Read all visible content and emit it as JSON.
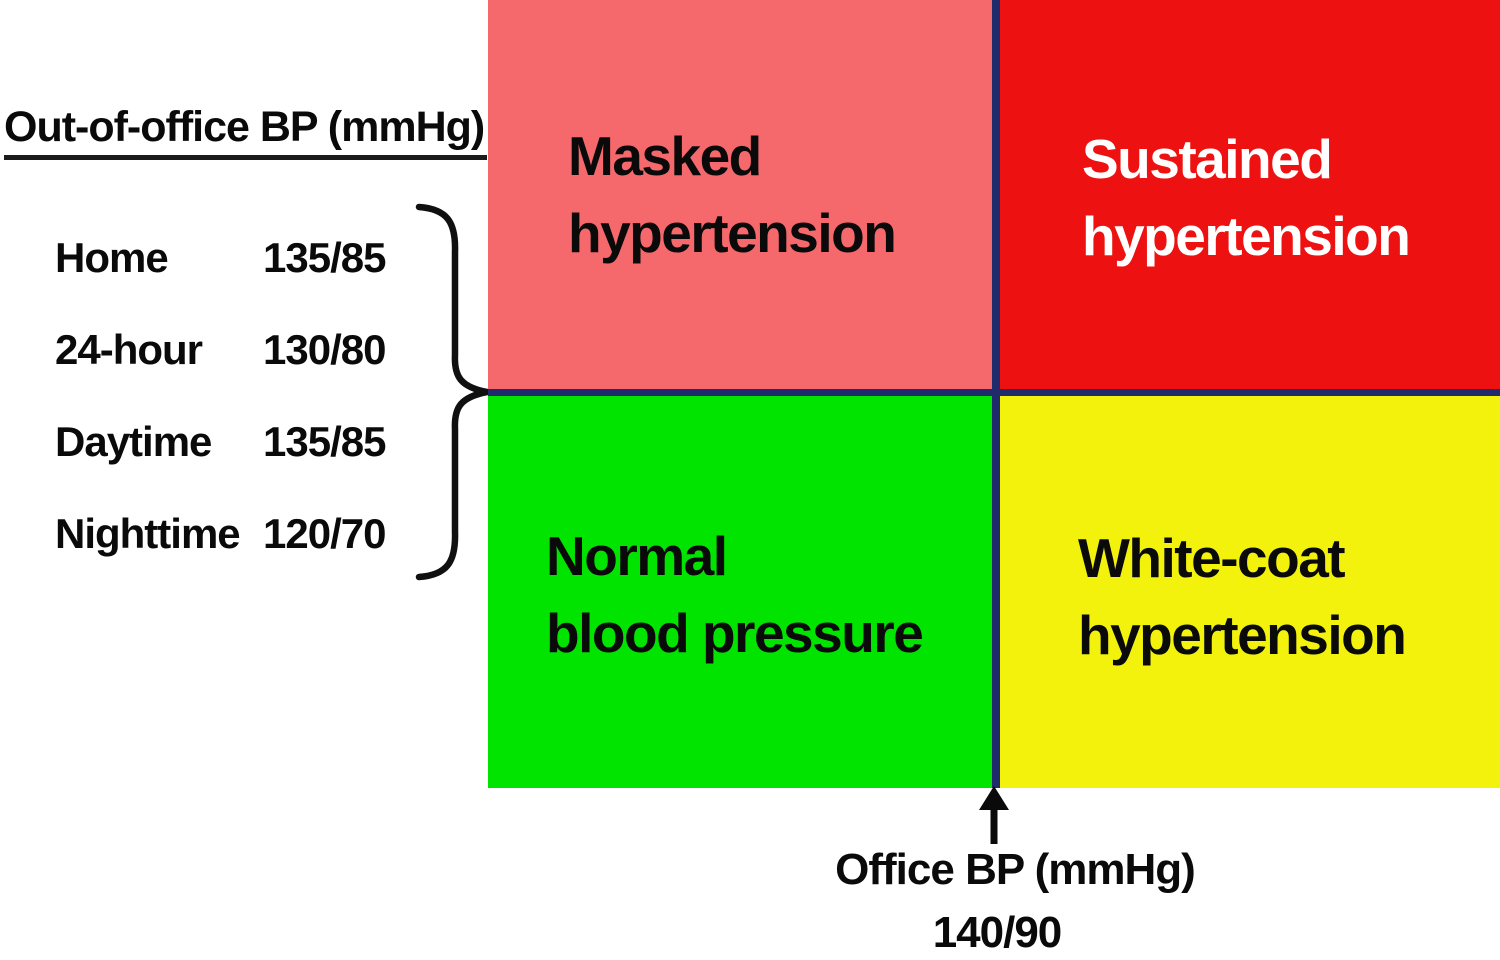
{
  "diagram": {
    "out_of_office": {
      "title": "Out-of-office BP (mmHg)",
      "items": [
        {
          "label": "Home",
          "value": "135/85"
        },
        {
          "label": "24-hour",
          "value": "130/80"
        },
        {
          "label": "Daytime",
          "value": "135/85"
        },
        {
          "label": "Nighttime",
          "value": "120/70"
        }
      ]
    },
    "quadrants": [
      {
        "id": "masked",
        "label": "Masked\nhypertension",
        "color": "#f5696d",
        "text_color": "#0a0a0a"
      },
      {
        "id": "sustained",
        "label": "Sustained\nhypertension",
        "color": "#ee1111",
        "text_color": "#ffffff"
      },
      {
        "id": "normal",
        "label": "Normal\nblood pressure",
        "color": "#00e400",
        "text_color": "#0a0a0a"
      },
      {
        "id": "white_coat",
        "label": "White-coat\nhypertension",
        "color": "#f2f20d",
        "text_color": "#0a0a0a"
      }
    ],
    "office_axis": {
      "label": "Office BP (mmHg)",
      "threshold": "140/90"
    },
    "divider_color": "#1f2b6b",
    "icons": {
      "brace": "right-curly-brace",
      "arrow": "up-arrow"
    }
  }
}
